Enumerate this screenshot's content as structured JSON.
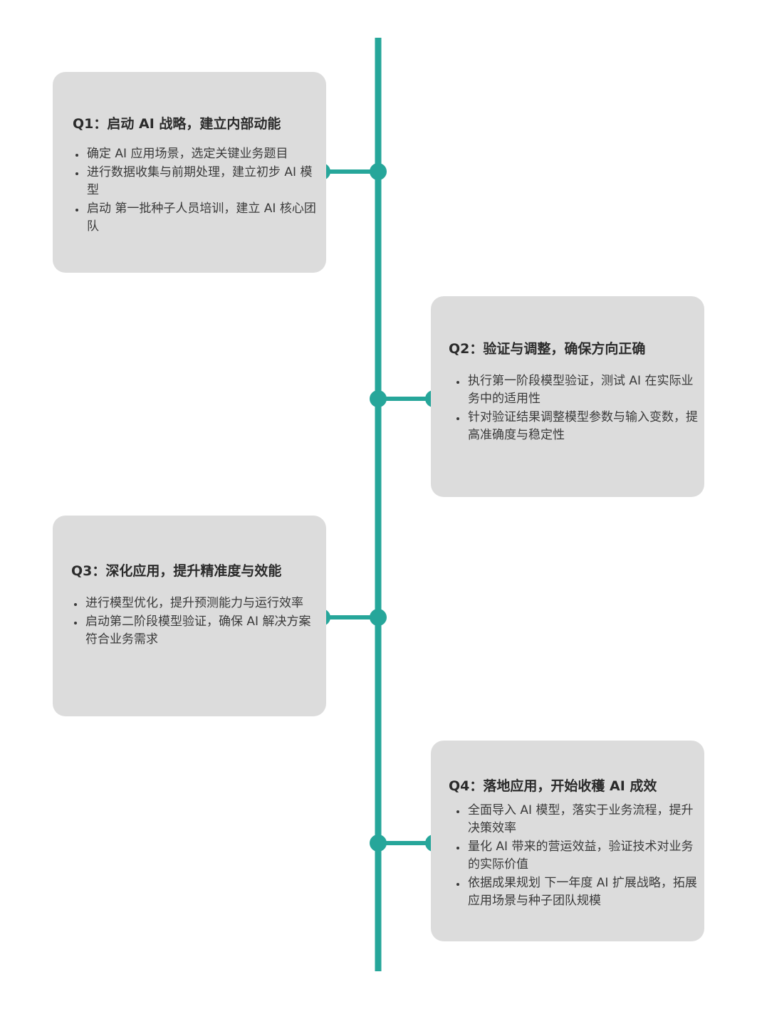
{
  "colors": {
    "accent": "#26a69a",
    "card_background": "#dcdcdc",
    "text": "#333333"
  },
  "phases": [
    {
      "side": "left",
      "title": "Q1：启动 AI 战略，建立内部动能",
      "bullets": [
        "确定 AI 应用场景，选定关键业务题目",
        "进行数据收集与前期处理，建立初步 AI 模型",
        "启动 第一批种子人员培训，建立 AI 核心团队"
      ]
    },
    {
      "side": "right",
      "title": "Q2：验证与调整，确保方向正确",
      "bullets": [
        "执行第一阶段模型验证，测试 AI 在实际业务中的适用性",
        "针对验证结果调整模型参数与输入变数，提高准确度与稳定性"
      ]
    },
    {
      "side": "left",
      "title": "Q3：深化应用，提升精准度与效能",
      "bullets": [
        "进行模型优化，提升预测能力与运行效率",
        "启动第二阶段模型验证，确保 AI 解决方案符合业务需求"
      ]
    },
    {
      "side": "right",
      "title": "Q4：落地应用，开始收穫 AI 成效",
      "bullets": [
        "全面导入 AI 模型，落实于业务流程，提升决策效率",
        "量化 AI 带来的营运效益，验证技术对业务的实际价值",
        "依据成果规划 下一年度 AI 扩展战略，拓展应用场景与种子团队规模"
      ]
    }
  ]
}
